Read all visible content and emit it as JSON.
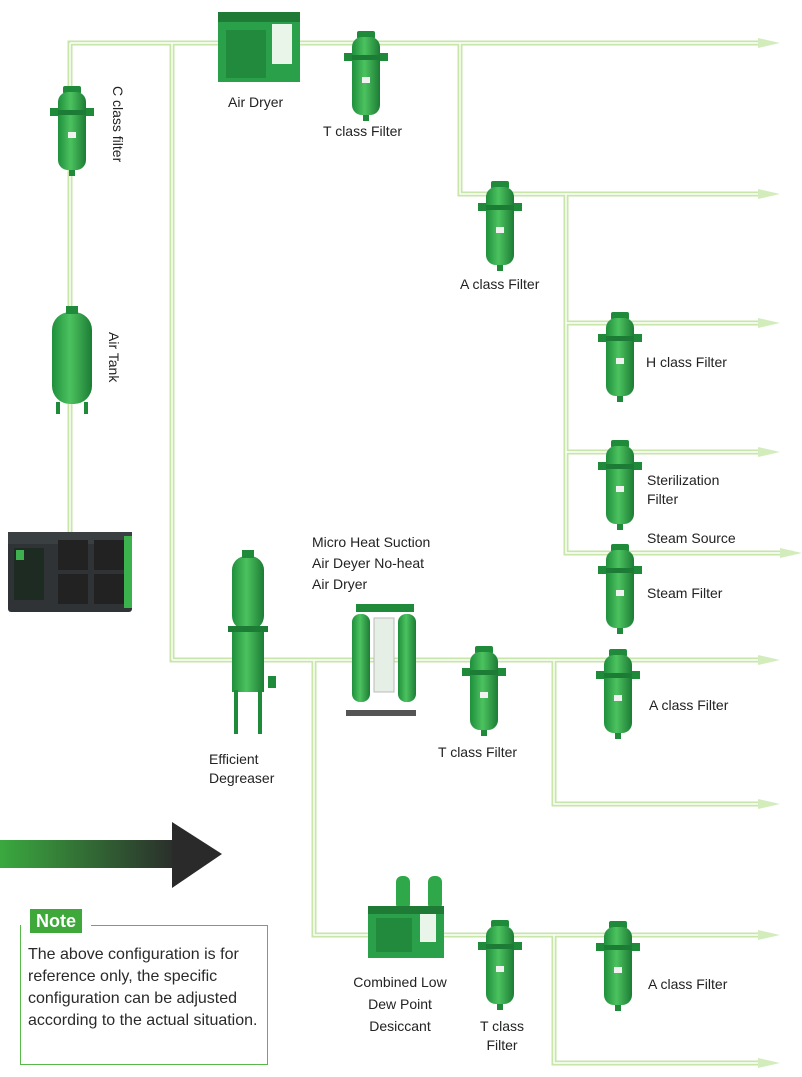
{
  "labels": {
    "c_class_filter": "C class filter",
    "air_tank": "Air Tank",
    "air_dryer": "Air Dryer",
    "t_class_filter_top": "T class Filter",
    "a_class_filter_top": "A class Filter",
    "h_class_filter": "H class Filter",
    "sterilization_filter_1": "Sterilization",
    "sterilization_filter_2": "Filter",
    "steam_source": "Steam Source",
    "steam_filter": "Steam Filter",
    "micro_heat_1": "Micro Heat Suction",
    "micro_heat_2": "Air Deyer No-heat",
    "micro_heat_3": "Air Dryer",
    "efficient_degreaser_1": "Efficient",
    "efficient_degreaser_2": "Degreaser",
    "t_class_filter_mid": "T class Filter",
    "a_class_filter_mid": "A class Filter",
    "combined_1": "Combined Low",
    "combined_2": "Dew Point",
    "combined_3": "Desiccant",
    "t_class_filter_bottom_1": "T class",
    "t_class_filter_bottom_2": "Filter",
    "a_class_filter_bottom": "A class Filter"
  },
  "note": {
    "title": "Note",
    "text": "The above configuration is for reference only, the specific configuration can be adjusted according to the actual situation."
  },
  "colors": {
    "pipe": "#c7e6a8",
    "pipe_edge": "#8fcf6a",
    "equipment": "#2fa84a",
    "equipment_dark": "#1d7a34",
    "arrow_dark": "#2a2a2a",
    "arrow_green": "#3aa93f",
    "note_green": "#3fa83a"
  }
}
